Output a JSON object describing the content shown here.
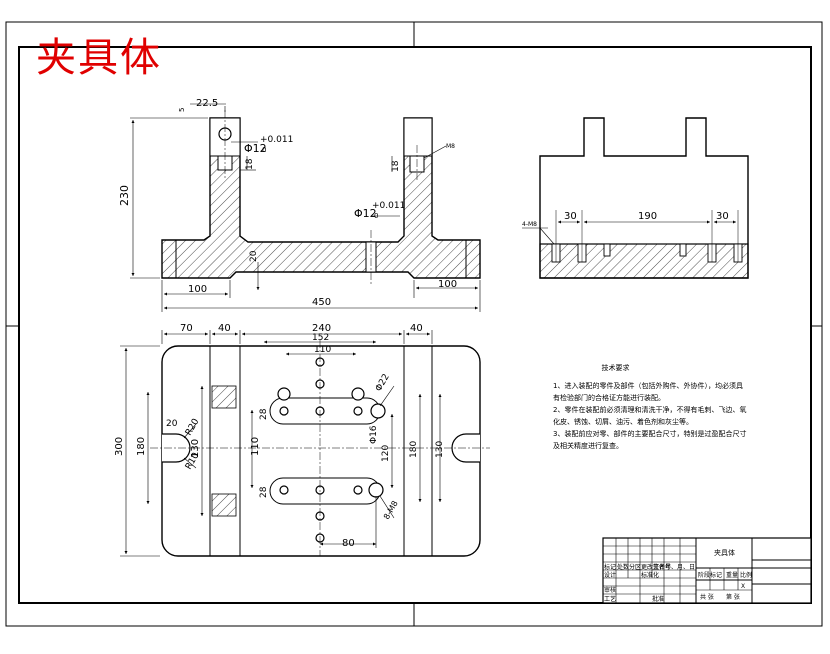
{
  "title": "夹具体",
  "front_view": {
    "dims": {
      "top_slot": "22.5",
      "top_small": "5",
      "hole1": "Φ12",
      "tol1": "+0.011",
      "tol1_low": "0",
      "depth_left": "18",
      "depth_right": "18",
      "height": "230",
      "hole2": "Φ12",
      "tol2": "+0.011",
      "tol2_low": "0",
      "step": "20",
      "left": "100",
      "right": "100",
      "total": "450",
      "thread": "M8"
    }
  },
  "side_view": {
    "dims": {
      "d30a": "30",
      "d190": "190",
      "d30b": "30",
      "label": "4-M8"
    }
  },
  "top_view": {
    "dims": {
      "d70": "70",
      "d40a": "40",
      "d240": "240",
      "d40b": "40",
      "d152": "152",
      "d110": "110",
      "d300": "300",
      "d180": "180",
      "d110v": "110",
      "d130": "130",
      "d20": "20",
      "r20": "R20",
      "r10": "R10",
      "d28a": "28",
      "d28b": "28",
      "phi22": "Φ22",
      "phi16": "Φ16",
      "d120": "120",
      "m8": "8-M8",
      "d80": "80",
      "d180r": "180",
      "d130r": "130"
    }
  },
  "notes": {
    "heading": "技术要求",
    "items": [
      "1、进入装配的零件及部件（包括外购件、外协件），均必须具有检验部门的合格证方能进行装配。",
      "2、零件在装配前必须清理和清洗干净，不得有毛刺、飞边、氧化皮、锈蚀、切屑、油污、着色剂和灰尘等。",
      "3、装配前应对零、部件的主要配合尺寸，特别是过盈配合尺寸及相关精度进行复查。"
    ]
  },
  "title_block": {
    "part_name": "夹具体",
    "row_labels": [
      "标记",
      "处数",
      "分区",
      "更改文件号",
      "签名",
      "年、月、日"
    ],
    "design": "设计",
    "standard": "标准化",
    "review": "审核",
    "process": "工艺",
    "approve": "批准",
    "stage": "阶段标记",
    "weight": "重量",
    "scale": "比例",
    "sheets": "共 张",
    "sheet": "第 张",
    "stage_x": "X"
  }
}
